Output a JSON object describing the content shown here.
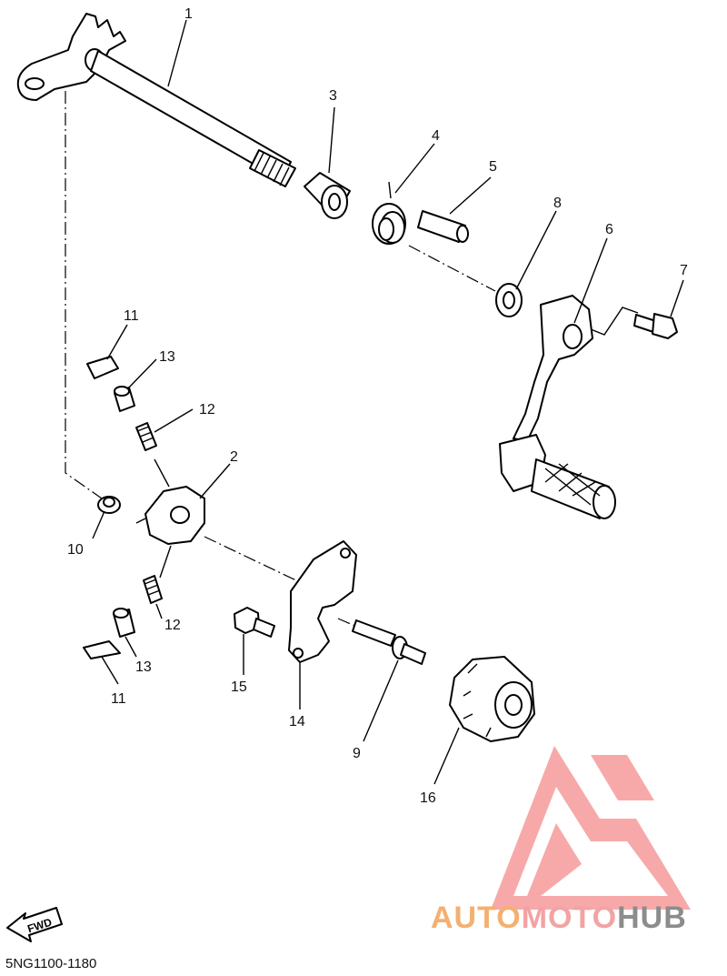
{
  "diagram": {
    "part_numbers": [
      "1",
      "2",
      "3",
      "4",
      "5",
      "6",
      "7",
      "8",
      "9",
      "10",
      "11",
      "11",
      "12",
      "12",
      "13",
      "13",
      "14",
      "15",
      "16"
    ],
    "diagram_code": "5NG1100-1180",
    "fwd_label": "FWD"
  },
  "watermark": {
    "part1": "AUTO",
    "part2": "MOTO",
    "part3": "HUB",
    "colors": {
      "orange": "#f4b070",
      "pink": "#f2a3a3",
      "gray": "#8c8c8c",
      "logo": "#f7a0a0"
    }
  }
}
